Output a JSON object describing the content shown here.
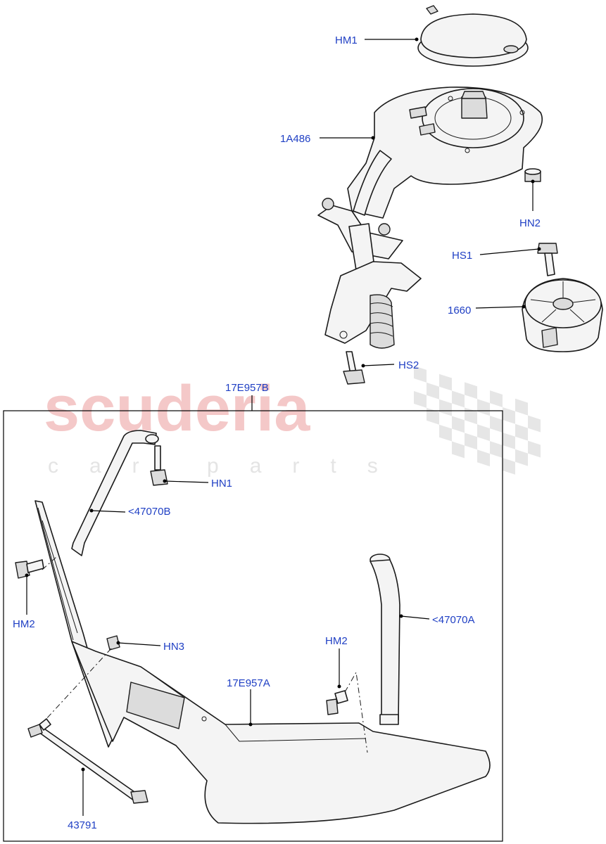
{
  "watermark": {
    "brand": "scuderia",
    "tagline": "car parts",
    "brand_color": "#f4c8c8"
  },
  "label_color": "#1f3fc4",
  "labels": {
    "hm1": "HM1",
    "a1486": "1A486",
    "hn2": "HN2",
    "hs1": "HS1",
    "p1660": "1660",
    "hs2": "HS2",
    "e957b": "17E957B",
    "hn1": "HN1",
    "p47070b": "<47070B",
    "hm2_left": "HM2",
    "hn3": "HN3",
    "p47070a": "<47070A",
    "hm2_right": "HM2",
    "e957a": "17E957A",
    "p43791": "43791"
  }
}
